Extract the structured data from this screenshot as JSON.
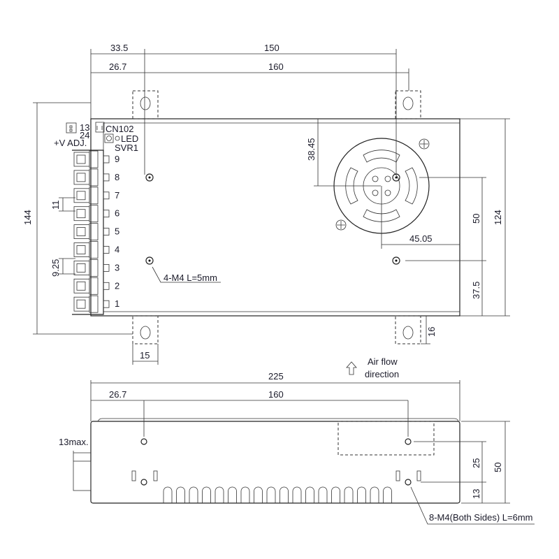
{
  "top_view": {
    "dims": {
      "d33_5": "33.5",
      "d150": "150",
      "d26_7": "26.7",
      "d160": "160",
      "d144": "144",
      "d124": "124",
      "d50": "50",
      "d37_5": "37.5",
      "d16": "16",
      "d15": "15",
      "d38_45": "38.45",
      "d45_05": "45.05",
      "d11": "11",
      "d9_25": "9.25"
    },
    "labels": {
      "pin13": "13",
      "pin24": "24",
      "vadj": "+V ADJ.",
      "cn102": "CN102",
      "led": "LED",
      "svr1": "SVR1",
      "mount_note": "4-M4 L=5mm"
    },
    "terminals": [
      "9",
      "8",
      "7",
      "6",
      "5",
      "4",
      "3",
      "2",
      "1"
    ]
  },
  "airflow": {
    "line1": "Air flow",
    "line2": "direction",
    "icon": "arrow-up-icon"
  },
  "side_view": {
    "dims": {
      "d225": "225",
      "d26_7": "26.7",
      "d160": "160",
      "d13max": "13max.",
      "d50": "50",
      "d25": "25",
      "d13": "13"
    },
    "mount_note": "8-M4(Both Sides) L=6mm"
  }
}
